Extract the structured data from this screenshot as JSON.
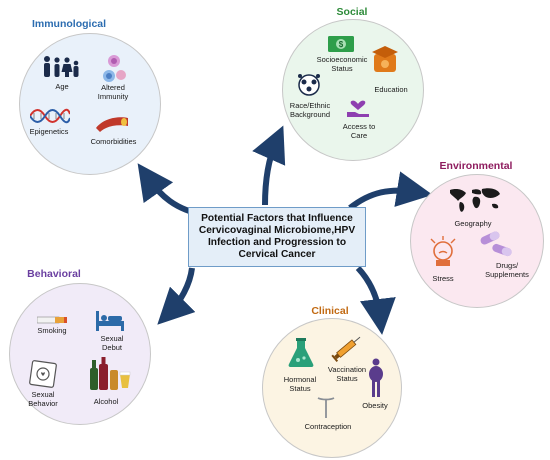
{
  "center": {
    "line1": "Potential Factors that Influence",
    "line2": "Cervicovaginal Microbiome,HPV",
    "line3": "Infection and Progression to",
    "line4": "Cervical Cancer"
  },
  "immunological": {
    "title": "Immunological",
    "color": "#2b6cb0",
    "fill": "#e9f1fa",
    "items": [
      "Age",
      "Altered\nImmunity",
      "Epigenetics",
      "Comorbidities"
    ]
  },
  "social": {
    "title": "Social",
    "color": "#2e8b3a",
    "fill": "#eaf6ec",
    "items": [
      "Socioeconomic\nStatus",
      "Education",
      "Race/Ethnic\nBackground",
      "Access to\nCare"
    ]
  },
  "environmental": {
    "title": "Environmental",
    "color": "#8e1c5e",
    "fill": "#fbe8f0",
    "items": [
      "Geography",
      "Stress",
      "Drugs/\nSupplements"
    ]
  },
  "behavioral": {
    "title": "Behavioral",
    "color": "#6a3fa0",
    "fill": "#f1ebf8",
    "items": [
      "Smoking",
      "Sexual\nDebut",
      "Sexual\nBehavior",
      "Alcohol"
    ]
  },
  "clinical": {
    "title": "Clinical",
    "color": "#c26a12",
    "fill": "#fcf4e3",
    "items": [
      "Hormonal\nStatus",
      "Vaccination\nStatus",
      "Obesity",
      "Contraception"
    ]
  },
  "arrow_color": "#1f3f6b"
}
